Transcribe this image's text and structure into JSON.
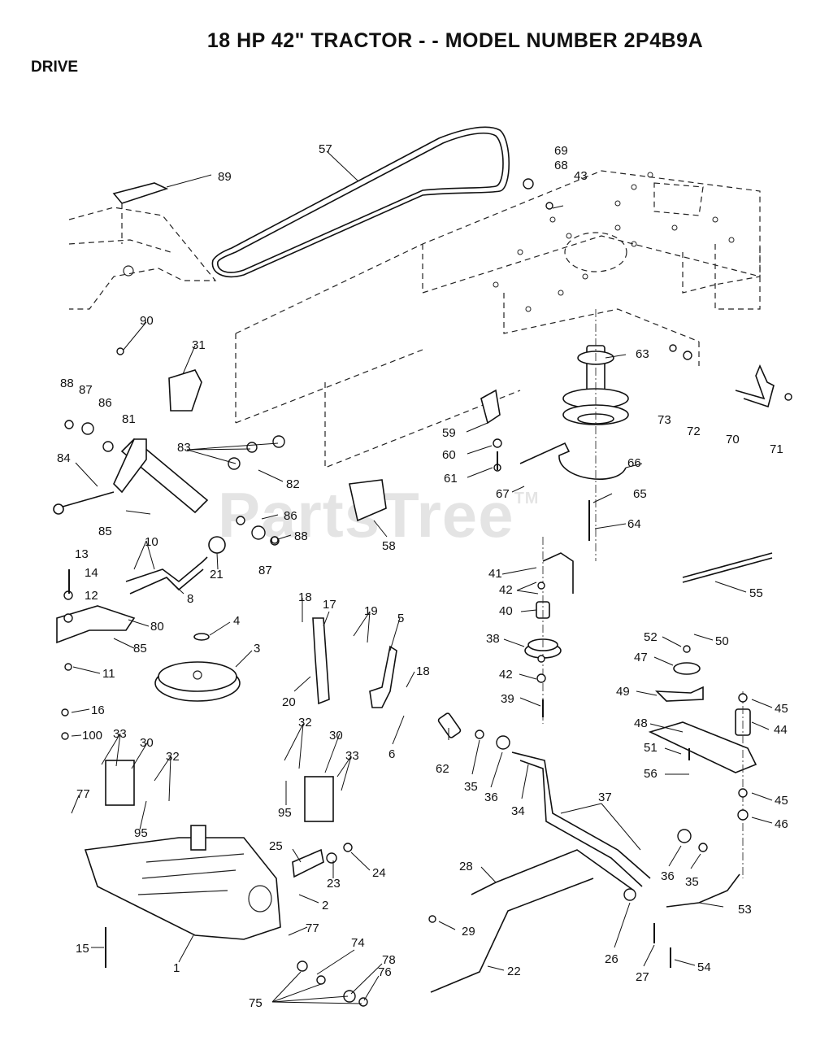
{
  "title": "18 HP 42\" TRACTOR - - MODEL NUMBER 2P4B9A",
  "section": "DRIVE",
  "watermark": {
    "text": "PartsTree",
    "mark": "TM"
  },
  "callouts": [
    "57",
    "69",
    "68",
    "43",
    "89",
    "90",
    "31",
    "63",
    "73",
    "72",
    "70",
    "71",
    "88",
    "87",
    "86",
    "81",
    "83",
    "82",
    "84",
    "85",
    "86",
    "88",
    "87",
    "59",
    "60",
    "61",
    "67",
    "66",
    "65",
    "64",
    "58",
    "10",
    "21",
    "13",
    "14",
    "12",
    "8",
    "80",
    "85",
    "11",
    "4",
    "3",
    "18",
    "17",
    "19",
    "5",
    "18",
    "20",
    "6",
    "41",
    "42",
    "40",
    "38",
    "42",
    "39",
    "55",
    "52",
    "50",
    "47",
    "49",
    "45",
    "44",
    "48",
    "51",
    "56",
    "45",
    "46",
    "16",
    "100",
    "33",
    "30",
    "32",
    "95",
    "32",
    "30",
    "33",
    "95",
    "77",
    "25",
    "23",
    "24",
    "2",
    "62",
    "35",
    "36",
    "34",
    "37",
    "28",
    "36",
    "35",
    "53",
    "29",
    "22",
    "26",
    "27",
    "54",
    "15",
    "1",
    "77",
    "74",
    "78",
    "76",
    "75"
  ]
}
